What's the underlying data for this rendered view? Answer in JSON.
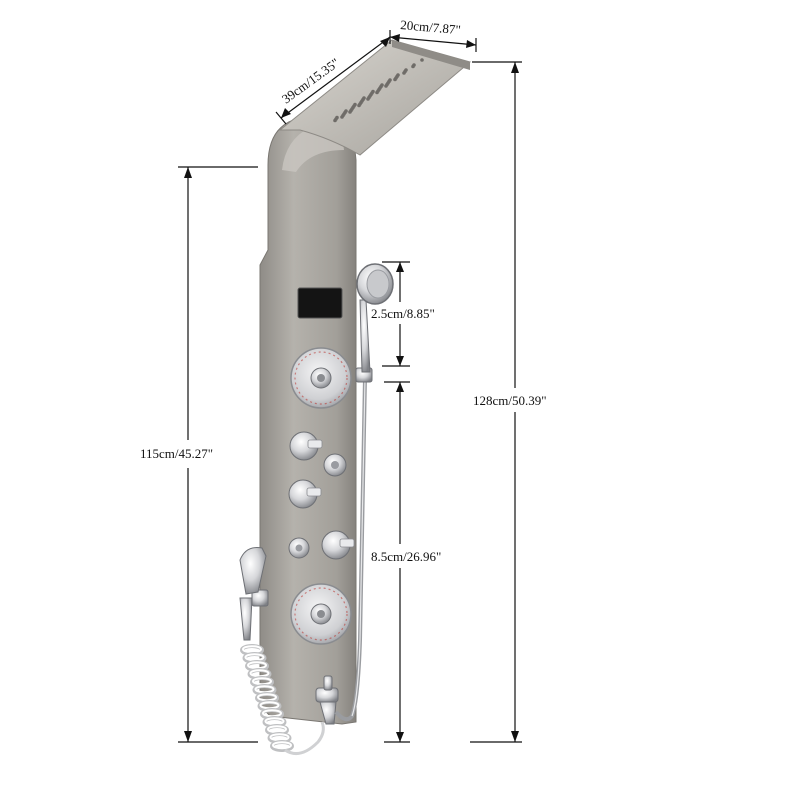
{
  "colors": {
    "panel": "#a8a59f",
    "panel_light": "#cfccc6",
    "panel_dark": "#8a8782",
    "chrome": "#d9dadc",
    "chrome_dark": "#8e9095",
    "display": "#141414",
    "line": "#111111",
    "hose": "#9a9ca0"
  },
  "dimensions": {
    "top_width": "20cm/7.87\"",
    "top_depth": "39cm/15.35\"",
    "panel_height": "115cm/45.27\"",
    "total_height": "128cm/50.39\"",
    "handshower_length": "2.5cm/8.85\"",
    "hose_length": "8.5cm/26.96\""
  },
  "icons": {
    "panel": "shower-panel-icon",
    "rain_head": "rainfall-head-icon",
    "display": "temperature-display-icon",
    "hand_shower": "hand-shower-icon",
    "bidet_sprayer": "bidet-sprayer-icon"
  }
}
